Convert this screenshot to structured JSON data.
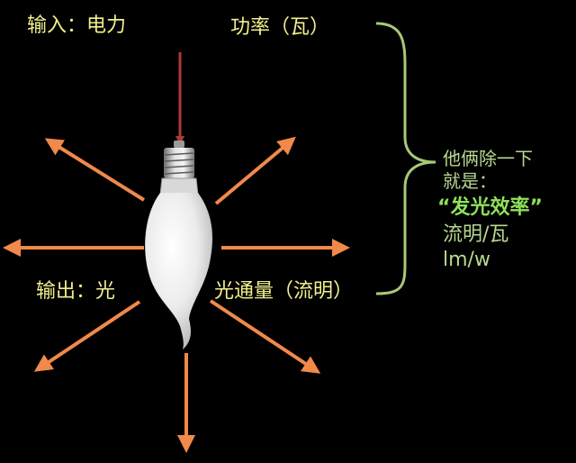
{
  "labels": {
    "input": "输入：电力",
    "power": "功率（瓦）",
    "output": "输出：光",
    "luminous_flux": "光通量（流明）"
  },
  "efficiency": {
    "line1": "他俩除一下",
    "line2": "就是：",
    "highlight": "“发光效率”",
    "unit_cn": "流明/瓦",
    "unit_en": "lm/w"
  },
  "colors": {
    "background": "#000000",
    "input_arrow": "#b03a3a",
    "output_arrows": "#f0894a",
    "brace": "#a7c878",
    "label_text": "#f2f08c",
    "efficiency_text": "#b8d890",
    "highlight_text": "#8fe05a"
  },
  "icons": {
    "bulb": "candle-light-bulb-icon"
  }
}
